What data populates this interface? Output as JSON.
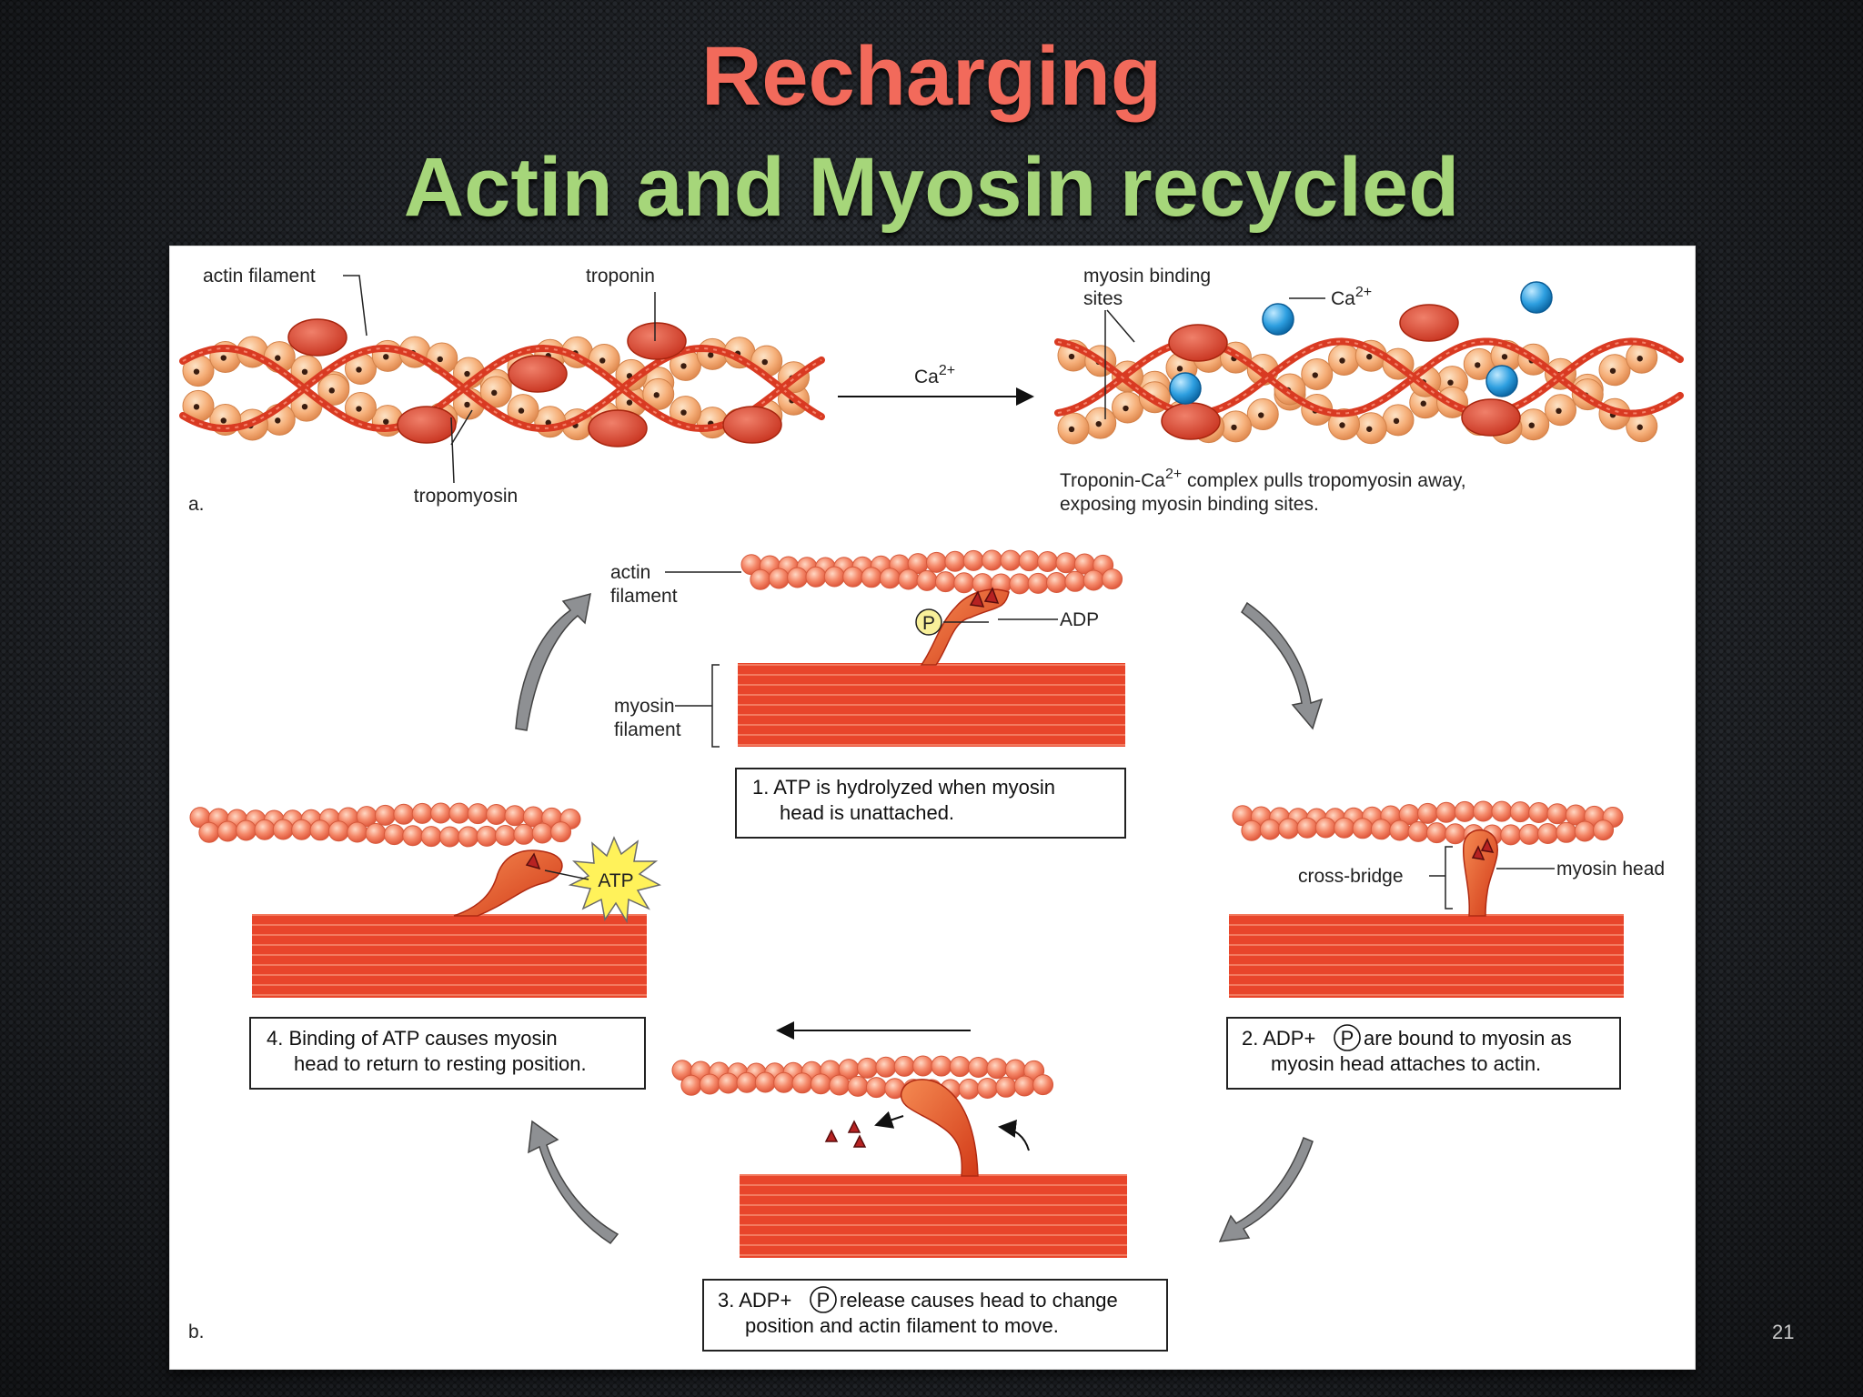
{
  "slide": {
    "title_line1": "Recharging",
    "title_line2": "Actin and Myosin recycled",
    "page_number": "21"
  },
  "colors": {
    "title_red": "#f26a5b",
    "title_green": "#a6d67a",
    "actin_bead": "#f6b07a",
    "filament_red": "#e8452b",
    "calcium_blue": "#2e9fe0",
    "arrow_grey": "#8e9093"
  },
  "panel_a": {
    "part_label": "a.",
    "actin_filament": "actin filament",
    "troponin": "troponin",
    "tropomyosin": "tropomyosin",
    "arrow_label": "Ca",
    "arrow_sup": "2+",
    "myosin_binding_1": "myosin binding",
    "myosin_binding_2": "sites",
    "ca_label": "Ca",
    "ca_sup": "2+",
    "caption_1a": "Troponin-Ca",
    "caption_1sup": "2+",
    "caption_1b": " complex pulls tropomyosin away,",
    "caption_2": "exposing myosin binding sites."
  },
  "panel_b": {
    "part_label": "b.",
    "actin_1": "actin",
    "actin_2": "filament",
    "myosin_1": "myosin",
    "myosin_2": "filament",
    "p_symbol": "P",
    "adp": "ADP",
    "atp": "ATP",
    "cross_bridge": "cross-bridge",
    "myosin_head": "myosin head",
    "step1_a": "1.  ATP is hydrolyzed when myosin",
    "step1_b": "head is unattached.",
    "step2_a1": "2.  ADP+",
    "step2_a2": "are bound to myosin as",
    "step2_b": "myosin head attaches to actin.",
    "step3_a1": "3.  ADP+",
    "step3_a2": "release causes head to change",
    "step3_b": "position and actin filament to move.",
    "step4_a": "4.  Binding of ATP causes myosin",
    "step4_b": "head to return to resting position."
  }
}
